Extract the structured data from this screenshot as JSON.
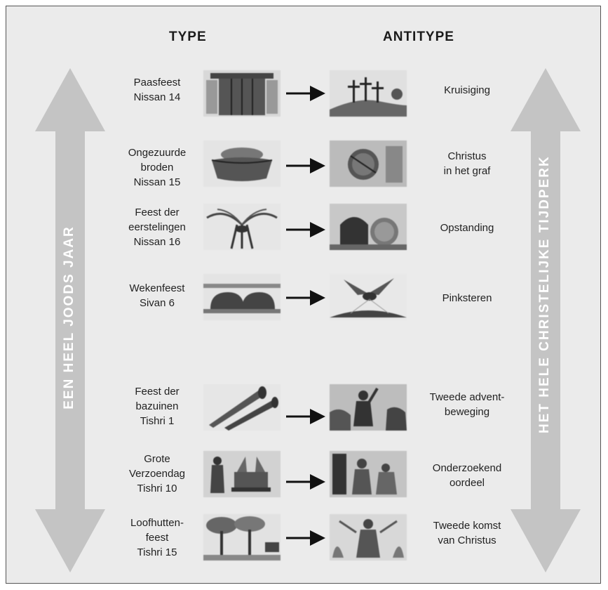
{
  "headers": {
    "type": "TYPE",
    "antitype": "ANTITYPE"
  },
  "left_arrow_label": "EEN HEEL JOODS JAAR",
  "right_arrow_label": "HET HELE CHRISTELIJKE TIJDPERK",
  "colors": {
    "panel": "#ebebeb",
    "big_arrow": "#c4c4c4",
    "border": "#555555",
    "text": "#1a1a1a"
  },
  "rows": [
    {
      "type": [
        "Paasfeest",
        "Nissan 14"
      ],
      "type_icon": "door-lintel-image",
      "antitype": [
        "Kruisiging"
      ],
      "antitype_icon": "three-crosses-image"
    },
    {
      "type": [
        "Ongezuurde",
        "broden",
        "Nissan 15"
      ],
      "type_icon": "unleavened-bread-image",
      "antitype": [
        "Christus",
        "in het graf"
      ],
      "antitype_icon": "sealed-tomb-image"
    },
    {
      "type": [
        "Feest der",
        "eerstelingen",
        "Nissan 16"
      ],
      "type_icon": "wheat-sheaf-image",
      "antitype": [
        "Opstanding"
      ],
      "antitype_icon": "open-tomb-image"
    },
    {
      "type": [
        "Wekenfeest",
        "Sivan 6"
      ],
      "type_icon": "wave-loaves-image",
      "antitype": [
        "Pinksteren"
      ],
      "antitype_icon": "dove-image"
    },
    {
      "type": [
        "Feest der",
        "bazuinen",
        "Tishri 1"
      ],
      "type_icon": "trumpets-image",
      "antitype": [
        "Tweede advent-",
        "beweging"
      ],
      "antitype_icon": "preacher-image"
    },
    {
      "type": [
        "Grote",
        "Verzoendag",
        "Tishri 10"
      ],
      "type_icon": "high-priest-ark-image",
      "antitype": [
        "Onderzoekend",
        "oordeel"
      ],
      "antitype_icon": "judgment-image"
    },
    {
      "type": [
        "Loofhutten-",
        "feest",
        "Tishri 15"
      ],
      "type_icon": "trees-booths-image",
      "antitype": [
        "Tweede komst",
        "van Christus"
      ],
      "antitype_icon": "second-coming-image"
    }
  ]
}
